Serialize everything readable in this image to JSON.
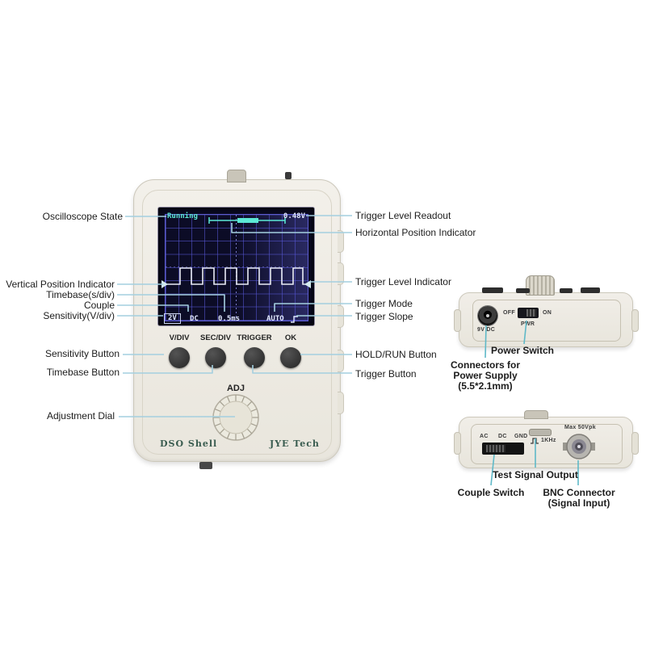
{
  "device": {
    "screen": {
      "state": "Running",
      "trigger_level_readout": "0.48V",
      "sensitivity": "2V",
      "couple": "DC",
      "timebase": "0.5ms",
      "trigger_mode": "AUTO"
    },
    "buttons": {
      "vdiv": "V/DIV",
      "secdiv": "SEC/DIV",
      "trigger": "TRIGGER",
      "ok": "OK"
    },
    "adj": "ADJ",
    "brand_left": "DSO Shell",
    "brand_right": "JYE Tech"
  },
  "callouts_left": {
    "oscilloscope_state": "Oscilloscope State",
    "vertical_position": "Vertical Position Indicator",
    "timebase": "Timebase(s/div)",
    "couple": "Couple",
    "sensitivity": "Sensitivity(V/div)",
    "sensitivity_button": "Sensitivity Button",
    "timebase_button": "Timebase Button",
    "adjustment_dial": "Adjustment Dial"
  },
  "callouts_right": {
    "trigger_level_readout": "Trigger Level Readout",
    "horizontal_position": "Horizontal Position Indicator",
    "trigger_level_indicator": "Trigger Level Indicator",
    "trigger_mode": "Trigger Mode",
    "trigger_slope": "Trigger Slope",
    "hold_run_button": "HOLD/RUN Button",
    "trigger_button": "Trigger Button"
  },
  "power_view": {
    "jack": "9V DC",
    "off": "OFF",
    "on": "ON",
    "pwr": "PWR",
    "power_switch": "Power Switch",
    "connectors_l1": "Connectors for",
    "connectors_l2": "Power Supply",
    "connectors_l3": "(5.5*2.1mm)"
  },
  "signal_view": {
    "ac": "AC",
    "dc": "DC",
    "gnd": "GND",
    "khz": "1KHz",
    "max": "Max 50Vpk",
    "test_signal": "Test Signal Output",
    "couple_switch": "Couple Switch",
    "bnc_l1": "BNC Connector",
    "bnc_l2": "(Signal Input)"
  },
  "icons": {
    "trigger_slope": "rising-edge-icon",
    "test_signal": "square-wave-icon",
    "waveform": "square-wave-trace"
  },
  "colors": {
    "leader_main": "#a4cfdf",
    "leader_side": "#5fb9c8",
    "screen_bg": "#0c0c26",
    "screen_grid": "#5858d8",
    "screen_teal": "#5ce8d5",
    "screen_text": "#e2e9ff",
    "brand_text": "#3a5c50",
    "body": "#edeae2"
  }
}
